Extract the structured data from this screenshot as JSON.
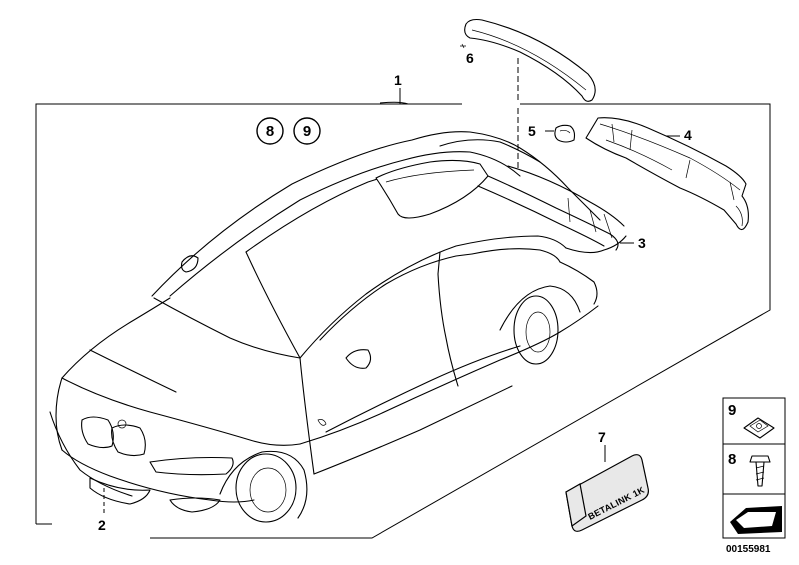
{
  "callouts": {
    "c1": "1",
    "c2": "2",
    "c3": "3",
    "c4": "4",
    "c5": "5",
    "c6": "6",
    "c7": "7",
    "c8": "8",
    "c9": "9"
  },
  "badges": {
    "b8": "8",
    "b9": "9"
  },
  "legend": {
    "item9": "9",
    "item8": "8"
  },
  "adhesive_label": "BETALINK 1K",
  "figure_number": "00155981"
}
